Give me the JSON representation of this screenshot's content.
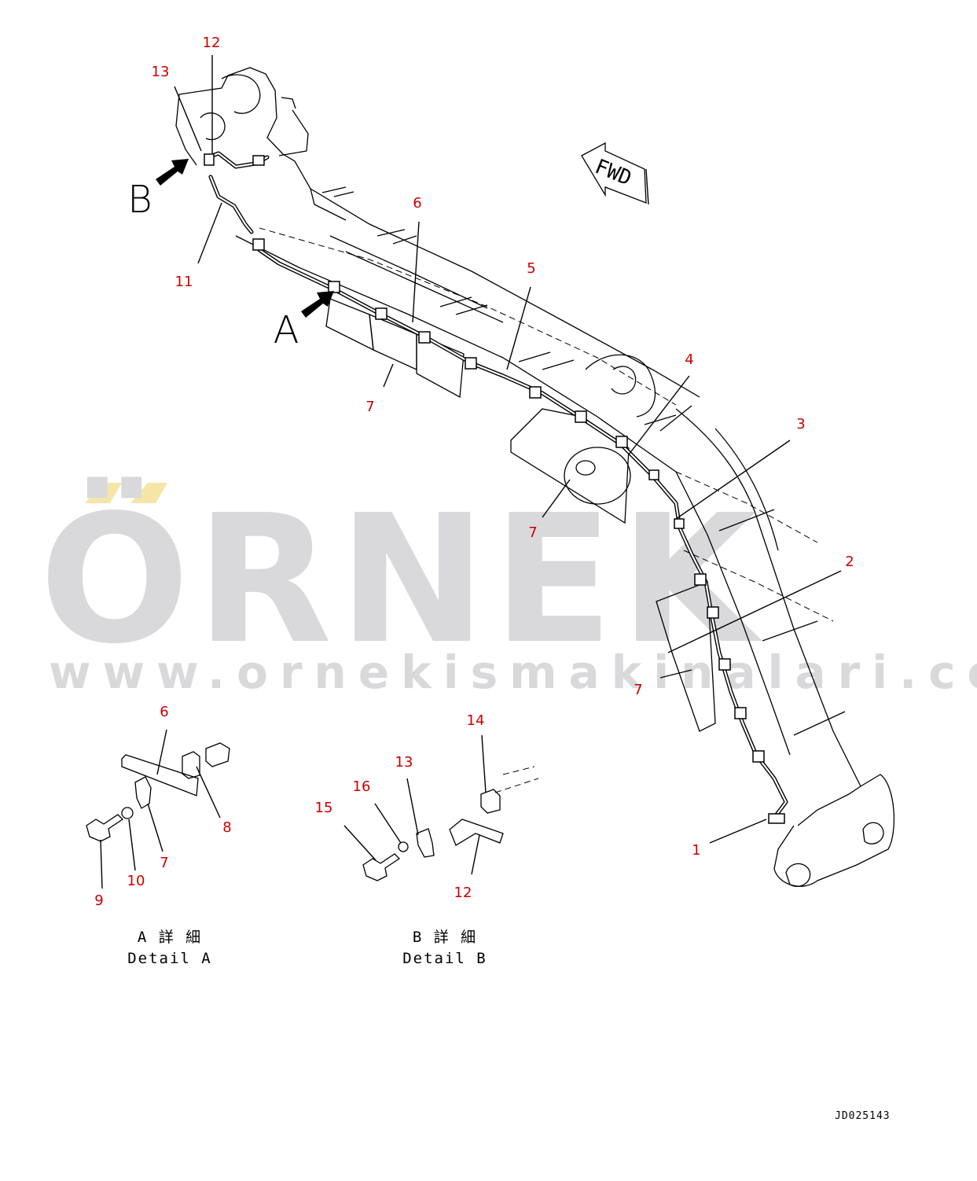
{
  "watermark": {
    "brand": "ÖRNEK",
    "url": "www.ornekismakinalari.com.tr",
    "accent_color": "#f5e6a8",
    "text_color": "#d9d9dc"
  },
  "view_markers": {
    "a": "A",
    "b": "B"
  },
  "fwd_label": "FWD",
  "callouts": {
    "c1": "1",
    "c2": "2",
    "c3": "3",
    "c4": "4",
    "c5": "5",
    "c6": "6",
    "c7a": "7",
    "c7b": "7",
    "c7c": "7",
    "c11": "11",
    "c12": "12",
    "c13": "13"
  },
  "detail_a": {
    "callouts": {
      "c6": "6",
      "c7": "7",
      "c8": "8",
      "c9": "9",
      "c10": "10"
    },
    "caption_jp": "A 詳 細",
    "caption_en": "Detail A"
  },
  "detail_b": {
    "callouts": {
      "c12": "12",
      "c13": "13",
      "c14": "14",
      "c15": "15",
      "c16": "16"
    },
    "caption_jp": "B 詳 細",
    "caption_en": "Detail B"
  },
  "doc_id": "JD025143",
  "colors": {
    "callout": "#cc0000",
    "line": "#000000"
  }
}
